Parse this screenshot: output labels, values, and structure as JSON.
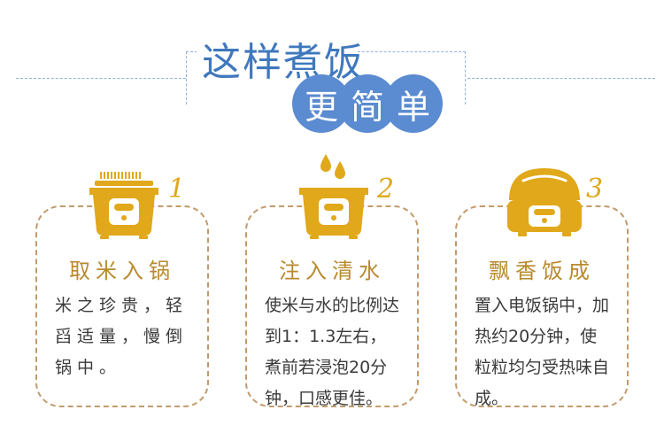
{
  "header": {
    "title": "这样煮饭",
    "subtitle_chars": [
      "更",
      "简",
      "单"
    ]
  },
  "steps": [
    {
      "number": "1",
      "title": "取米入锅",
      "body": "米之珍贵，轻舀适量，慢倒锅中。",
      "icon": "rice-cooker-with-rice-icon"
    },
    {
      "number": "2",
      "title": "注入清水",
      "body": "使米与水的比例达到1：1.3左右，煮前若浸泡20分钟，口感更佳。",
      "icon": "rice-cooker-with-water-drops-icon"
    },
    {
      "number": "3",
      "title": "飘香饭成",
      "body": "置入电饭锅中，加热约20分钟，使粒粒均匀受热味自成。",
      "icon": "closed-rice-cooker-icon"
    }
  ],
  "colors": {
    "title_blue": "#3f78bd",
    "circle_blue": "#5b8bd0",
    "gold": "#e0a81a",
    "card_border": "#c39a6b",
    "card_title": "#b88a2e"
  }
}
